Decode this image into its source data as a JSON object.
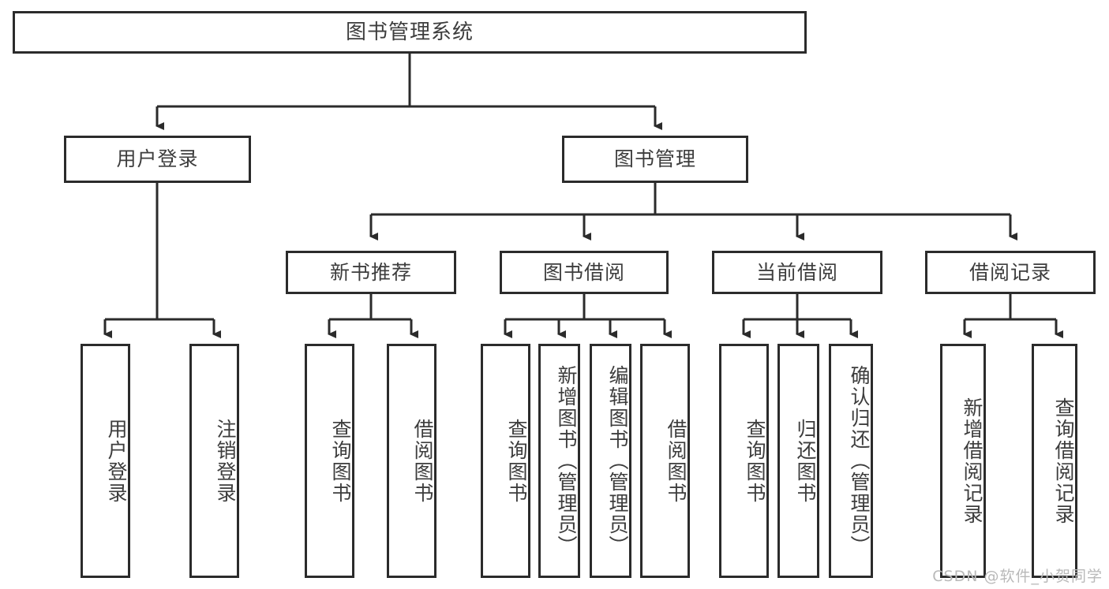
{
  "diagram": {
    "title": "图书管理系统",
    "watermark": "CSDN @软件_小贺同学",
    "root": {
      "label": "图书管理系统"
    },
    "level2": [
      {
        "label": "用户登录"
      },
      {
        "label": "图书管理"
      }
    ],
    "level3": [
      {
        "label": "新书推荐"
      },
      {
        "label": "图书借阅"
      },
      {
        "label": "当前借阅"
      },
      {
        "label": "借阅记录"
      }
    ],
    "leaves": {
      "user_login": [
        {
          "label": "用户登录"
        },
        {
          "label": "注销登录"
        }
      ],
      "new_book_recommend": [
        {
          "label": "查询图书"
        },
        {
          "label": "借阅图书"
        }
      ],
      "book_borrow": [
        {
          "label": "查询图书"
        },
        {
          "label": "新增图书（管理员）"
        },
        {
          "label": "编辑图书（管理员）"
        },
        {
          "label": "借阅图书"
        }
      ],
      "current_borrow": [
        {
          "label": "查询图书"
        },
        {
          "label": "归还图书"
        },
        {
          "label": "确认归还（管理员）"
        }
      ],
      "borrow_record": [
        {
          "label": "新增借阅记录"
        },
        {
          "label": "查询借阅记录"
        }
      ]
    },
    "colors": {
      "stroke": "#2b2b2b",
      "text": "#3d3d3d",
      "background": "#ffffff",
      "watermark": "#b9b9b9"
    }
  }
}
